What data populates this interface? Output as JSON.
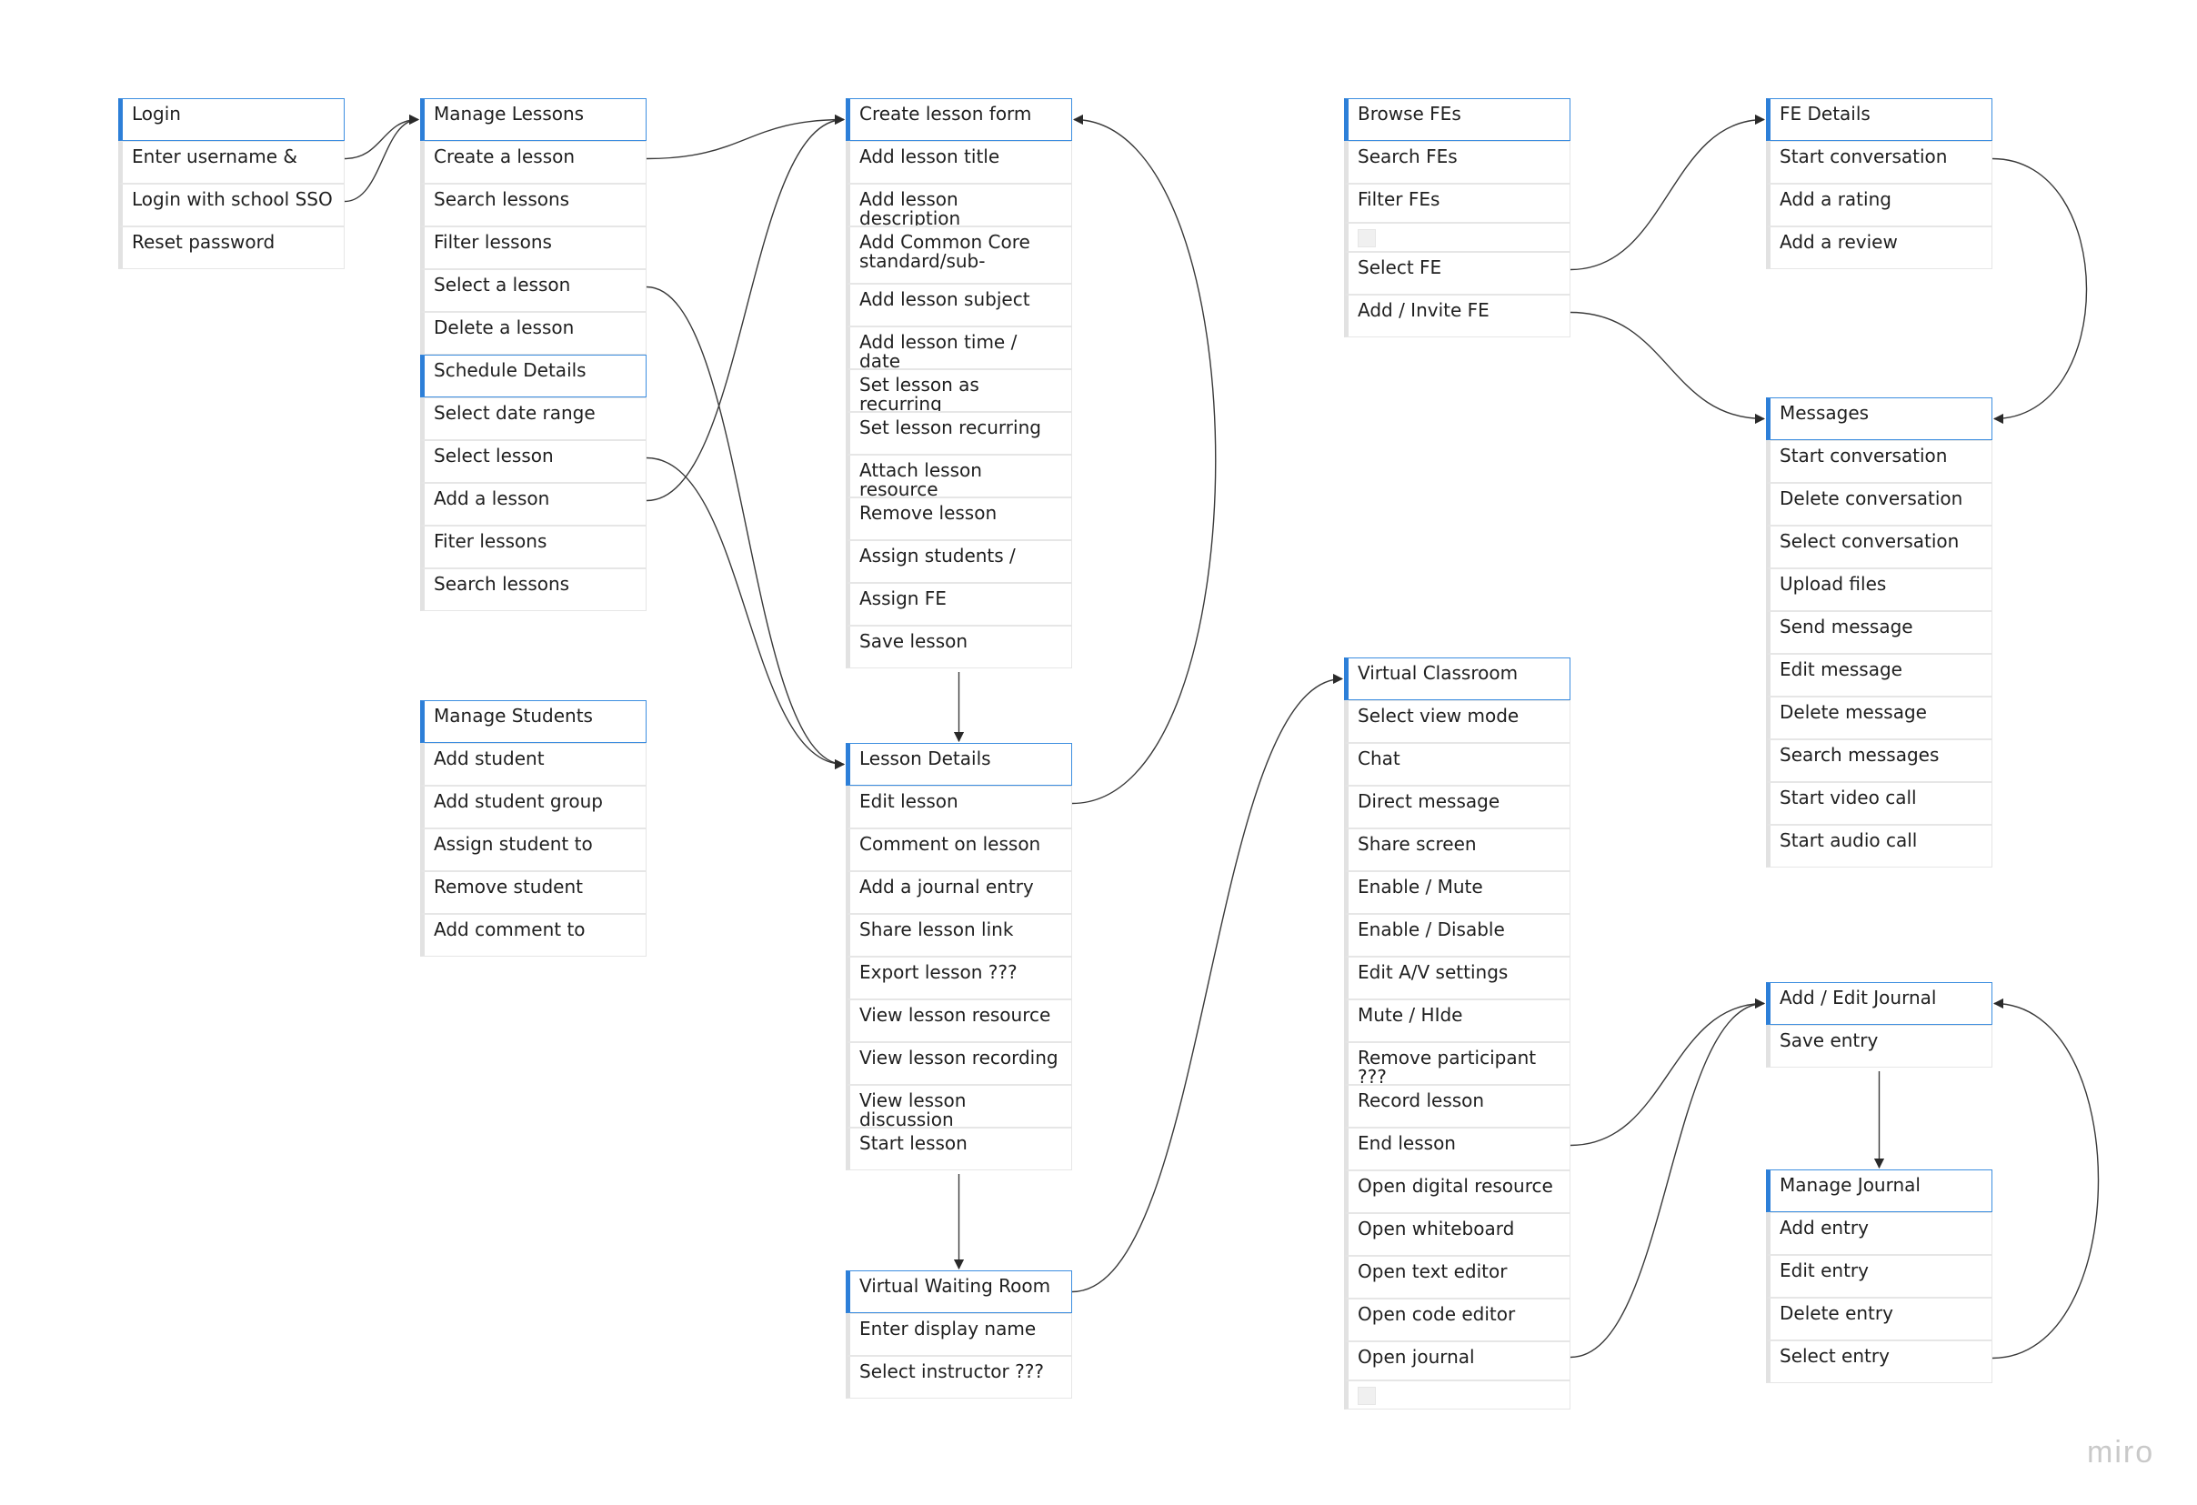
{
  "cards": [
    {
      "id": "login",
      "title": "Login",
      "items": [
        "Enter username &",
        "Login with school SSO",
        "Reset password"
      ]
    },
    {
      "id": "manage_lessons",
      "title": "Manage Lessons",
      "items": [
        "Create a lesson",
        "Search lessons",
        "Filter lessons",
        "Select a lesson",
        "Delete a lesson"
      ]
    },
    {
      "id": "schedule_details",
      "title": "Schedule Details",
      "items": [
        "Select date range",
        "Select lesson",
        "Add a lesson",
        "Fiter lessons",
        "Search lessons"
      ]
    },
    {
      "id": "manage_students",
      "title": "Manage Students",
      "items": [
        "Add student",
        "Add student group",
        "Assign student to",
        "Remove student",
        "Add comment to"
      ]
    },
    {
      "id": "create_lesson_form",
      "title": "Create lesson form",
      "items": [
        "Add lesson title",
        "Add lesson description",
        "Add Common Core standard/sub-",
        "Add lesson subject",
        "Add lesson time / date",
        "Set lesson as recurring",
        "Set lesson recurring",
        "Attach lesson resource",
        "Remove lesson",
        "Assign students /",
        "Assign FE",
        "Save lesson"
      ]
    },
    {
      "id": "lesson_details",
      "title": "Lesson Details",
      "items": [
        "Edit lesson",
        "Comment on lesson",
        "Add a journal entry",
        "Share lesson link",
        "Export lesson ???",
        "View lesson resource",
        "View lesson recording",
        "View lesson discussion",
        "Start lesson"
      ]
    },
    {
      "id": "virtual_waiting_room",
      "title": "Virtual Waiting Room",
      "items": [
        "Enter display name",
        "Select instructor ???"
      ]
    },
    {
      "id": "browse_fes",
      "title": "Browse FEs",
      "items": [
        "Search FEs",
        "Filter FEs",
        "",
        "Select FE",
        "Add / Invite FE"
      ]
    },
    {
      "id": "virtual_classroom",
      "title": "Virtual Classroom",
      "items": [
        "Select view mode",
        "Chat",
        "Direct message",
        "Share screen",
        "Enable / Mute",
        "Enable / Disable",
        "Edit A/V settings",
        "Mute / HIde",
        "Remove participant ???",
        "Record lesson",
        "End lesson",
        "Open digital resource",
        "Open whiteboard",
        "Open text editor",
        "Open code editor",
        "Open journal",
        ""
      ]
    },
    {
      "id": "fe_details",
      "title": "FE Details",
      "items": [
        "Start conversation",
        "Add a rating",
        "Add a review"
      ]
    },
    {
      "id": "messages",
      "title": "Messages",
      "items": [
        "Start conversation",
        "Delete conversation",
        "Select conversation",
        "Upload files",
        "Send message",
        "Edit message",
        "Delete message",
        "Search messages",
        "Start video call",
        "Start audio call"
      ]
    },
    {
      "id": "add_edit_journal",
      "title": "Add / Edit Journal",
      "items": [
        "Save entry"
      ]
    },
    {
      "id": "manage_journal",
      "title": "Manage Journal",
      "items": [
        "Add entry",
        "Edit entry",
        "Delete entry",
        "Select entry"
      ]
    }
  ],
  "connectors": [
    {
      "from": "login.item.0",
      "to": "manage_lessons.header"
    },
    {
      "from": "login.item.1",
      "to": "manage_lessons.header"
    },
    {
      "from": "manage_lessons.item.0",
      "to": "create_lesson_form.header"
    },
    {
      "from": "manage_lessons.item.3",
      "to": "lesson_details.header"
    },
    {
      "from": "schedule_details.item.1",
      "to": "lesson_details.header"
    },
    {
      "from": "schedule_details.item.2",
      "to": "create_lesson_form.header"
    },
    {
      "from": "create_lesson_form.bottom",
      "to": "lesson_details.header"
    },
    {
      "from": "lesson_details.item.0",
      "to": "create_lesson_form.header"
    },
    {
      "from": "lesson_details.bottom",
      "to": "virtual_waiting_room.header"
    },
    {
      "from": "virtual_waiting_room.header",
      "to": "virtual_classroom.header"
    },
    {
      "from": "browse_fes.item.3",
      "to": "fe_details.header"
    },
    {
      "from": "browse_fes.item.4",
      "to": "messages.header"
    },
    {
      "from": "fe_details.item.0",
      "to": "messages.header"
    },
    {
      "from": "virtual_classroom.item.10",
      "to": "add_edit_journal.header"
    },
    {
      "from": "virtual_classroom.item.15",
      "to": "add_edit_journal.header"
    },
    {
      "from": "add_edit_journal.bottom",
      "to": "manage_journal.header"
    },
    {
      "from": "manage_journal.item.3",
      "to": "add_edit_journal.header"
    }
  ],
  "brand": "miro"
}
